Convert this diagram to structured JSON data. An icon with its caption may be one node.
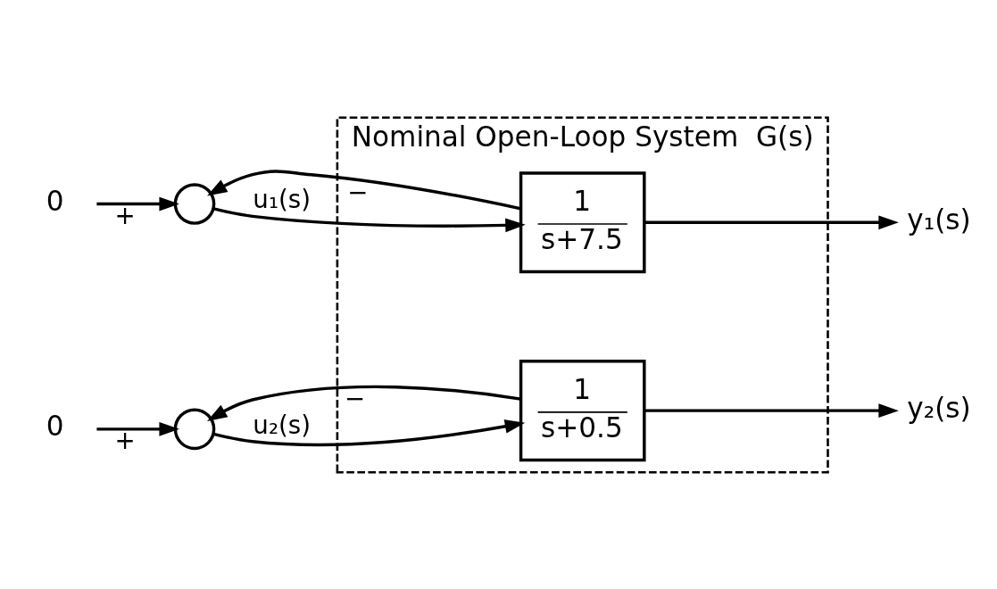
{
  "diagram": {
    "nodes": [
      {
        "text": [
          "Nominal Open-Loop System  G(s)"
        ]
      },
      {
        "text": [
          "0"
        ]
      },
      {
        "text": [],
        "shape": "circle"
      },
      {
        "text": [
          "1",
          "s+7.5"
        ],
        "in": 0
      },
      {
        "text": [
          "y₁(s)"
        ]
      },
      {
        "text": [
          "0"
        ]
      },
      {
        "text": [],
        "shape": "circle"
      },
      {
        "text": [
          "1",
          "s+0.5"
        ],
        "in": 0
      },
      {
        "text": [
          "y₂(s)"
        ]
      }
    ],
    "edges": [
      {
        "from": 1,
        "to": 2,
        "arrow": "to",
        "label": "+"
      },
      {
        "from": 2,
        "to": 3,
        "arrow": "to",
        "label": "u₁(s)"
      },
      {
        "from": 3,
        "to": 4,
        "arrow": "to"
      },
      {
        "from": 3,
        "to": 2,
        "arrow": "to",
        "label": "−"
      },
      {
        "from": 5,
        "to": 6,
        "arrow": "to",
        "label": "+"
      },
      {
        "from": 6,
        "to": 7,
        "arrow": "to",
        "label": "u₂(s)"
      },
      {
        "from": 7,
        "to": 8,
        "arrow": "to"
      },
      {
        "from": 7,
        "to": 6,
        "arrow": "to",
        "label": "−"
      }
    ]
  }
}
